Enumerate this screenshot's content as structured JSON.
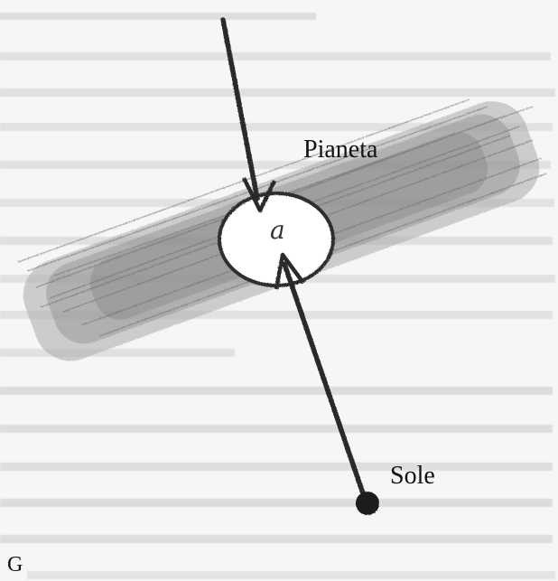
{
  "diagram": {
    "labels": {
      "planet": "Pianeta",
      "sun": "Sole",
      "center": "a",
      "corner": "G"
    },
    "colors": {
      "page": "#f6f6f6",
      "bleed_text": "#d8d8d8",
      "shading": "#8a8a8a",
      "ink": "#2b2b2b"
    }
  }
}
